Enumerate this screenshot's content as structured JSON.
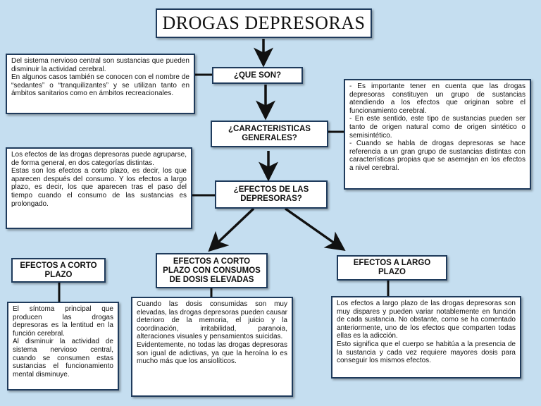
{
  "title": "DROGAS DEPRESORAS",
  "nodes": {
    "que_son": "¿QUE SON?",
    "caracteristicas": "¿CARACTERISTICAS GENERALES?",
    "efectos": "¿EFECTOS DE LAS DEPRESORAS?",
    "corto_plazo": "EFECTOS A CORTO PLAZO",
    "corto_dosis": "EFECTOS A CORTO PLAZO CON CONSUMOS DE DOSIS ELEVADAS",
    "largo_plazo": "EFECTOS A LARGO PLAZO"
  },
  "texts": {
    "que_son": "Del sistema nervioso central son sustancias que pueden disminuir la actividad cerebral.\nEn algunos casos también se conocen con el nombre de “sedantes” o “tranquilizantes” y se utilizan tanto en ámbitos sanitarios como en ámbitos recreacionales.",
    "caracteristicas": "- Es importante tener en cuenta que las drogas depresoras constituyen un grupo de sustancias atendiendo a los efectos que originan sobre el funcionamiento cerebral.\n- En este sentido, este tipo de sustancias pueden ser tanto de origen natural como de origen sintético o semisintético.\n- Cuando se habla de drogas depresoras se hace referencia a un gran grupo de sustancias distintas con características propias que se asemejan en los efectos a nivel cerebral.",
    "efectos": "Los efectos de las drogas depresoras puede agruparse, de forma general, en dos categorías distintas.\nEstas son los efectos a corto plazo, es decir, los que aparecen después del consumo. Y los efectos a largo plazo, es decir, los que aparecen tras el paso del tiempo cuando el consumo de las sustancias es prolongado.",
    "corto_plazo": "El síntoma principal que producen las drogas depresoras es la lentitud en la función cerebral.\nAl disminuir la actividad de sistema nervioso central, cuando se consumen estas sustancias el funcionamiento mental disminuye.",
    "corto_dosis": "Cuando las dosis consumidas son muy elevadas, las drogas depresoras pueden causar deterioro de la memoria, el juicio y la coordinación, irritabilidad, paranoia, alteraciones visuales y pensamientos suicidas.\nEvidentemente, no todas las drogas depresoras son igual de adictivas, ya que la heroína lo es mucho más que los ansiolíticos.",
    "largo_plazo": "Los efectos a largo plazo de las drogas depresoras son muy dispares y pueden variar notablemente en función de cada sustancia. No obstante, como se ha comentado anteriormente, uno de los efectos que comparten todas ellas es la adicción.\nEsto significa que el cuerpo se habitúa a la presencia de la sustancia y cada vez requiere mayores dosis para conseguir los mismos efectos."
  }
}
